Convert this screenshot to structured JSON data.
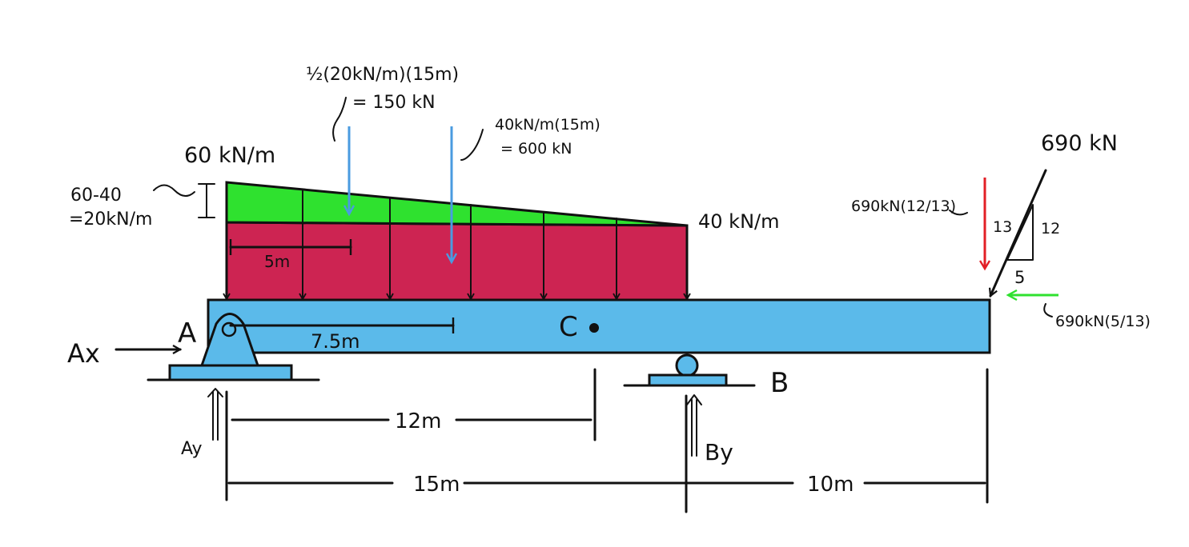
{
  "colors": {
    "beam": "#5bbaea",
    "uniform_load": "#cd2452",
    "triangular_load": "#2fe12f",
    "resultant_arrow": "#4a9be0",
    "vertical_component": "#e21f26",
    "horizontal_component": "#2fe12f",
    "ink": "#111111"
  },
  "labels": {
    "point_a": "A",
    "point_b": "B",
    "point_c": "C",
    "ax": "Ax",
    "ay": "Ay",
    "by": "By",
    "load_left": "60 kN/m",
    "load_right": "40 kN/m",
    "diff_top": "60-40",
    "diff_bottom": "=20kN/m",
    "tri_resultant_formula": "½(20kN/m)(15m)",
    "tri_resultant_value": "= 150 kN",
    "rect_resultant_formula": "40kN/m(15m)",
    "rect_resultant_value": "= 600 kN",
    "force_magnitude": "690 kN",
    "force_vertical": "690kN(12/13)",
    "force_horizontal": "690kN(5/13)",
    "tri_hyp": "13",
    "tri_vert": "12",
    "tri_base": "5",
    "dim_5m": "5m",
    "dim_7_5m": "7.5m",
    "dim_12m": "12m",
    "dim_15m": "15m",
    "dim_10m": "10m"
  }
}
